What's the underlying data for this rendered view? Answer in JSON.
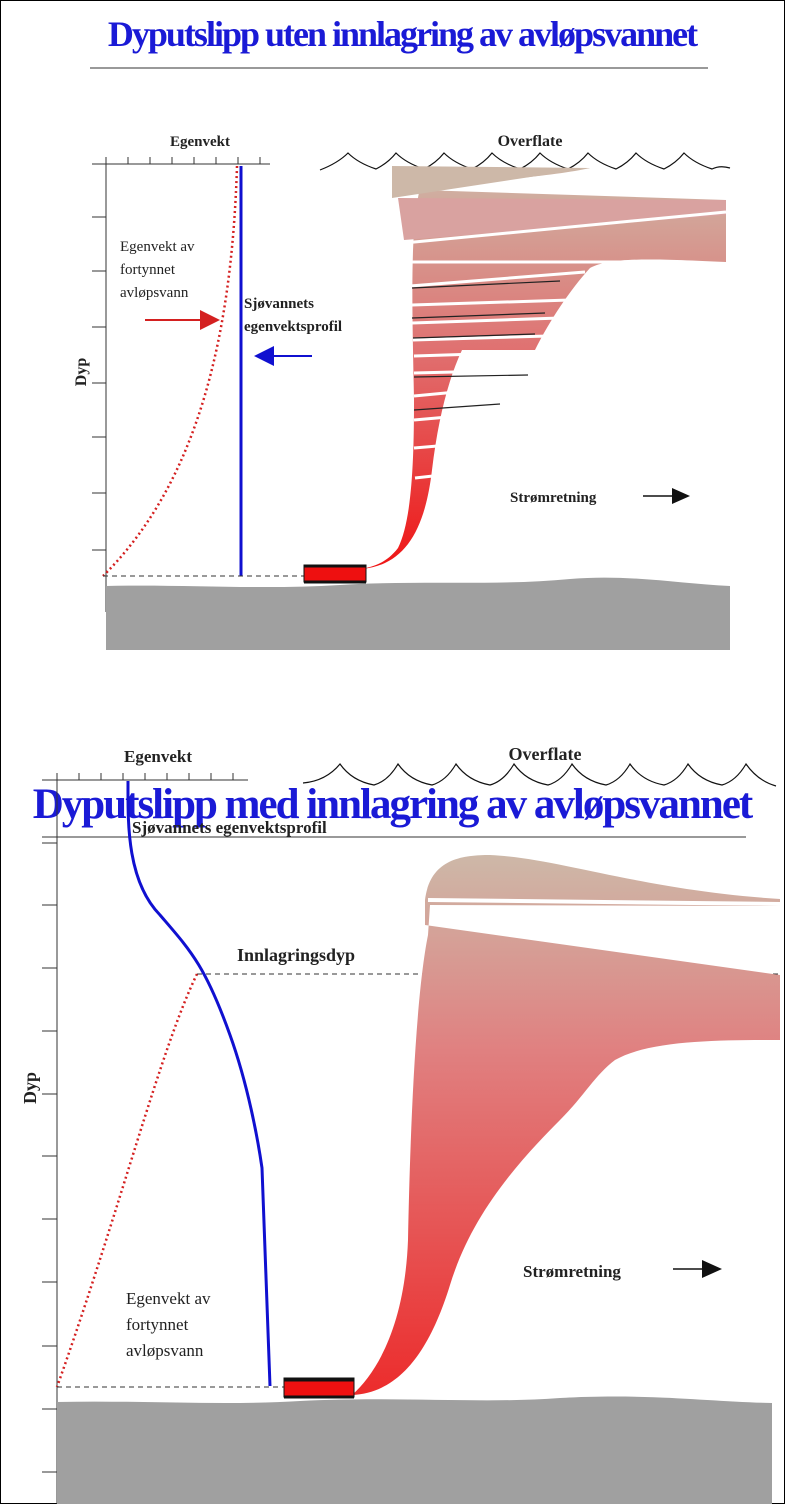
{
  "panels": [
    {
      "title": "Dyputslipp uten innlagring av avløpsvannet",
      "density_label": "Egenvekt",
      "surface_label": "Overflate",
      "depth_label": "Dyp",
      "effluent_label_lines": [
        "Egenvekt av",
        "fortynnet",
        "avløpsvann"
      ],
      "seawater_label_lines": [
        "Sjøvannets",
        "egenvektsprofil"
      ],
      "current_label": "Strømretning"
    },
    {
      "title": "Dyputslipp med innlagring av avløpsvannet",
      "density_label": "Egenvekt",
      "surface_label": "Overflate",
      "depth_label": "Dyp",
      "effluent_label_lines": [
        "Egenvekt av",
        "fortynnet",
        "avløpsvann"
      ],
      "seawater_label_lines": [
        "Sjøvannets egenvektsprofil"
      ],
      "trapping_label": "Innlagringsdyp",
      "current_label": "Strømretning"
    }
  ],
  "colors": {
    "title": "#1a1ad6",
    "seawater_profile": "#1010d0",
    "effluent_profile": "#d42020",
    "plume_top": "#cdb8a8",
    "plume_bottom": "#f01010",
    "seabed": "#a0a0a0"
  }
}
